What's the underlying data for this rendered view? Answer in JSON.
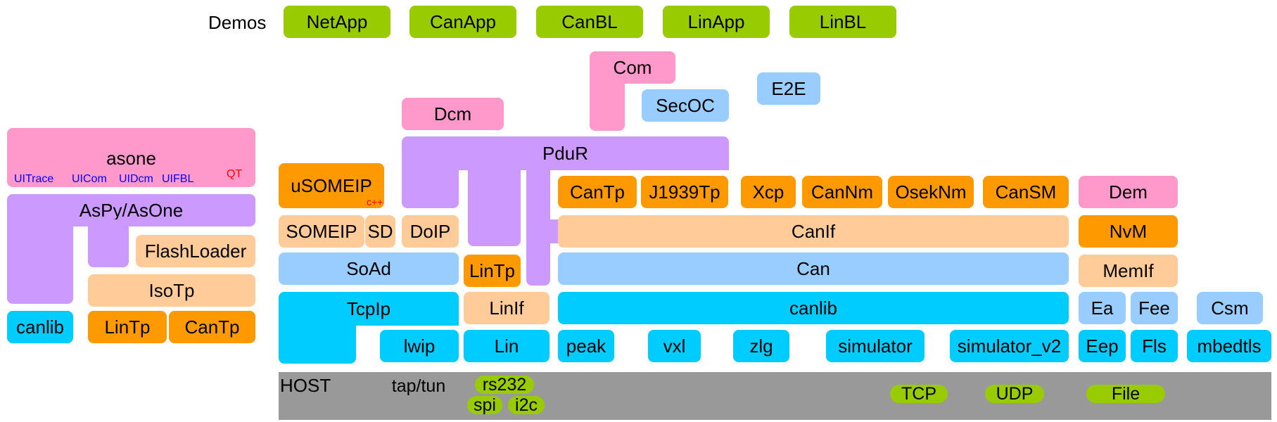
{
  "demos": {
    "label": "Demos",
    "items": [
      "NetApp",
      "CanApp",
      "CanBL",
      "LinApp",
      "LinBL"
    ]
  },
  "left": {
    "asone": "asone",
    "asone_subs": [
      "UITrace",
      "UICom",
      "UIDcm",
      "UIFBL"
    ],
    "qt": "QT",
    "aspy": "AsPy/AsOne",
    "flashloader": "FlashLoader",
    "isotp": "IsoTp",
    "canlib": "canlib",
    "lintp": "LinTp",
    "cantp": "CanTp"
  },
  "com_stack": {
    "com": "Com",
    "secoc": "SecOC",
    "e2e": "E2E",
    "dcm": "Dcm",
    "pdur": "PduR",
    "usomeip": "uSOMEIP",
    "cpp": "c++",
    "someip": "SOMEIP",
    "sd": "SD",
    "doip": "DoIP",
    "soad": "SoAd",
    "tcpip": "TcpIp",
    "lwip": "lwip",
    "lintp": "LinTp",
    "linif": "LinIf",
    "lin": "Lin"
  },
  "can_stack": {
    "cantp": "CanTp",
    "j1939tp": "J1939Tp",
    "xcp": "Xcp",
    "cannm": "CanNm",
    "osekm": "OsekNm",
    "cansm": "CanSM",
    "canif": "CanIf",
    "can": "Can",
    "canlib": "canlib",
    "drivers": [
      "peak",
      "vxl",
      "zlg",
      "simulator",
      "simulator_v2"
    ]
  },
  "mem_stack": {
    "dem": "Dem",
    "nvm": "NvM",
    "memif": "MemIf",
    "ea": "Ea",
    "fee": "Fee",
    "csm": "Csm",
    "eep": "Eep",
    "fls": "Fls",
    "mbedtls": "mbedtls"
  },
  "host": {
    "label": "HOST",
    "items": [
      "tap/tun",
      "rs232",
      "spi",
      "i2c",
      "TCP",
      "UDP",
      "File"
    ]
  }
}
